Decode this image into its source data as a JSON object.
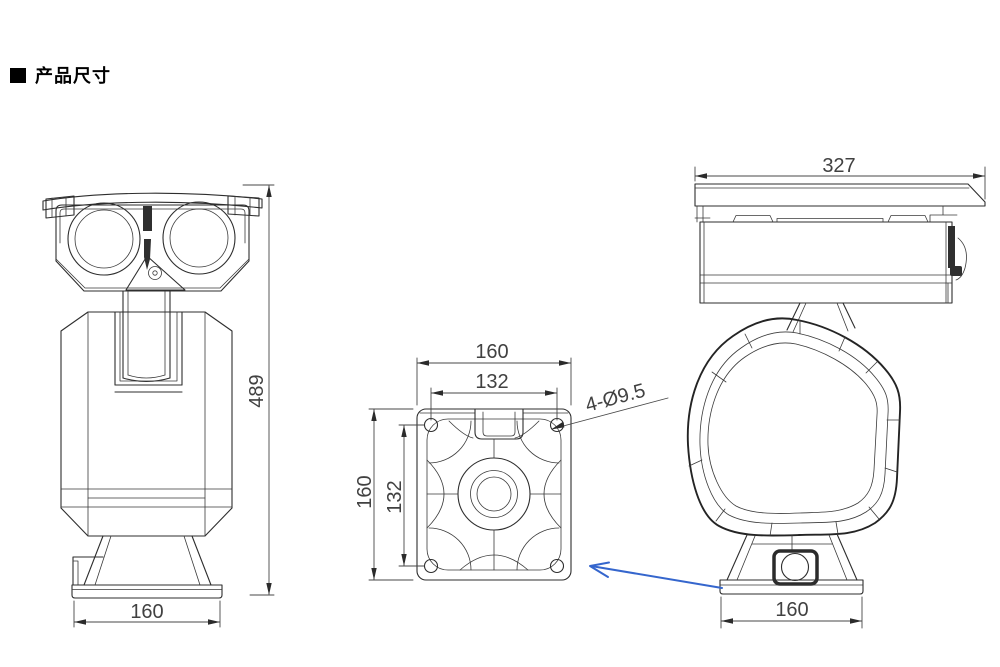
{
  "header": {
    "title": "产品尺寸"
  },
  "colors": {
    "line": "#2e2e2e",
    "dimension_text": "#414141",
    "pointer": "#3566cd"
  },
  "views": {
    "front": {
      "dims": {
        "height": "489",
        "base_width": "160"
      }
    },
    "mounting_plate": {
      "dims": {
        "width": "160",
        "hole_pitch_width": "132",
        "height": "160",
        "hole_pitch_height": "132",
        "hole_note": "4-Ø9.5"
      }
    },
    "side": {
      "dims": {
        "length": "327",
        "base_width": "160"
      }
    }
  }
}
